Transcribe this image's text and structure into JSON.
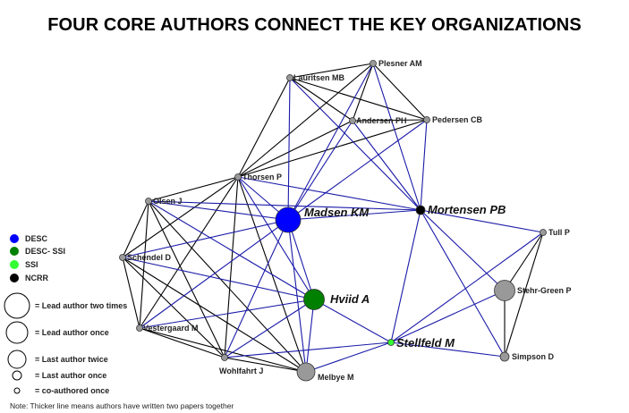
{
  "title": "FOUR CORE AUTHORS CONNECT THE KEY ORGANIZATIONS",
  "colors": {
    "DESC": "#0000ff",
    "DESC-SSI": "#008000",
    "SSI": "#33ff33",
    "NCRR": "#000000",
    "other": "#999999",
    "edge_black": "#000000",
    "edge_blue": "#1a1aa8"
  },
  "legend": {
    "orgs": [
      {
        "key": "DESC",
        "label": "DESC"
      },
      {
        "key": "DESC-SSI",
        "label": "DESC- SSI"
      },
      {
        "key": "SSI",
        "label": "SSI"
      },
      {
        "key": "NCRR",
        "label": "NCRR"
      }
    ],
    "sizes": [
      {
        "role": "lead2",
        "label": "= Lead author two times"
      },
      {
        "role": "lead1",
        "label": "= Lead author once"
      },
      {
        "role": "last2",
        "label": "= Last author twice"
      },
      {
        "role": "last1",
        "label": "= Last author once"
      },
      {
        "role": "co1",
        "label": "= co-authored once"
      }
    ],
    "note": "Note:  Thicker line means authors have written two papers together"
  },
  "nodes": [
    {
      "id": "Pl",
      "label": "Plesner AM",
      "org": "other",
      "role": "co1"
    },
    {
      "id": "La",
      "label": "Lauritsen MB",
      "org": "other",
      "role": "co1"
    },
    {
      "id": "An",
      "label": "Andersen PH",
      "org": "other",
      "role": "co1"
    },
    {
      "id": "Pe",
      "label": "Pedersen CB",
      "org": "other",
      "role": "co1"
    },
    {
      "id": "Th",
      "label": "Thorsen P",
      "org": "other",
      "role": "co1"
    },
    {
      "id": "Ol",
      "label": "Olsen J",
      "org": "other",
      "role": "co1"
    },
    {
      "id": "Ma",
      "label": "Madsen KM",
      "org": "DESC",
      "role": "lead2",
      "core": true
    },
    {
      "id": "Mo",
      "label": "Mortensen PB",
      "org": "NCRR",
      "role": "last1",
      "core": true
    },
    {
      "id": "Tu",
      "label": "Tull P",
      "org": "other",
      "role": "co1"
    },
    {
      "id": "Sc",
      "label": "Schendel D",
      "org": "other",
      "role": "co1"
    },
    {
      "id": "St",
      "label": "Stehr-Green P",
      "org": "other",
      "role": "lead1"
    },
    {
      "id": "Hv",
      "label": "Hviid A",
      "org": "DESC-SSI",
      "role": "lead1",
      "core": true
    },
    {
      "id": "Ve",
      "label": "Vestergaard M",
      "org": "other",
      "role": "co1"
    },
    {
      "id": "Sf",
      "label": "Stellfeld M",
      "org": "SSI",
      "role": "co1",
      "core": true
    },
    {
      "id": "Si",
      "label": "Simpson D",
      "org": "other",
      "role": "last1"
    },
    {
      "id": "Wo",
      "label": "Wohlfahrt J",
      "org": "other",
      "role": "co1"
    },
    {
      "id": "Me",
      "label": "Melbye M",
      "org": "other",
      "role": "last2"
    }
  ],
  "edges": [
    [
      "Pl",
      "La",
      "black"
    ],
    [
      "Pl",
      "An",
      "black"
    ],
    [
      "Pl",
      "Pe",
      "black"
    ],
    [
      "Pl",
      "Th",
      "black"
    ],
    [
      "La",
      "Pe",
      "black"
    ],
    [
      "La",
      "An",
      "black"
    ],
    [
      "La",
      "Th",
      "black"
    ],
    [
      "An",
      "Pe",
      "black"
    ],
    [
      "An",
      "Th",
      "black"
    ],
    [
      "Pe",
      "Th",
      "black"
    ],
    [
      "Th",
      "Ol",
      "black"
    ],
    [
      "Th",
      "Sc",
      "black"
    ],
    [
      "Th",
      "Ve",
      "black"
    ],
    [
      "Th",
      "Wo",
      "black"
    ],
    [
      "Th",
      "Me",
      "black"
    ],
    [
      "Ol",
      "Sc",
      "black"
    ],
    [
      "Ol",
      "Ve",
      "black"
    ],
    [
      "Ol",
      "Wo",
      "black"
    ],
    [
      "Ol",
      "Me",
      "black"
    ],
    [
      "Sc",
      "Ve",
      "black"
    ],
    [
      "Sc",
      "Wo",
      "black"
    ],
    [
      "Sc",
      "Me",
      "black"
    ],
    [
      "Ve",
      "Wo",
      "black"
    ],
    [
      "Ve",
      "Me",
      "black"
    ],
    [
      "Wo",
      "Me",
      "black"
    ],
    [
      "Tu",
      "St",
      "black"
    ],
    [
      "Tu",
      "Si",
      "black"
    ],
    [
      "St",
      "Si",
      "black"
    ],
    [
      "Ma",
      "Pl",
      "blue"
    ],
    [
      "Ma",
      "La",
      "blue"
    ],
    [
      "Ma",
      "An",
      "blue"
    ],
    [
      "Ma",
      "Pe",
      "blue"
    ],
    [
      "Ma",
      "Th",
      "blue"
    ],
    [
      "Ma",
      "Ol",
      "blue"
    ],
    [
      "Ma",
      "Sc",
      "blue"
    ],
    [
      "Ma",
      "Ve",
      "blue"
    ],
    [
      "Ma",
      "Wo",
      "blue"
    ],
    [
      "Ma",
      "Me",
      "blue"
    ],
    [
      "Ma",
      "Hv",
      "blue"
    ],
    [
      "Ma",
      "Mo",
      "blue"
    ],
    [
      "Mo",
      "Pl",
      "blue"
    ],
    [
      "Mo",
      "La",
      "blue"
    ],
    [
      "Mo",
      "An",
      "blue"
    ],
    [
      "Mo",
      "Pe",
      "blue"
    ],
    [
      "Mo",
      "Th",
      "blue"
    ],
    [
      "Mo",
      "Tu",
      "blue"
    ],
    [
      "Mo",
      "St",
      "blue"
    ],
    [
      "Mo",
      "Si",
      "blue"
    ],
    [
      "Mo",
      "Sf",
      "blue"
    ],
    [
      "Mo",
      "Ol",
      "blue"
    ],
    [
      "Hv",
      "Th",
      "blue"
    ],
    [
      "Hv",
      "Ol",
      "blue"
    ],
    [
      "Hv",
      "Sc",
      "blue"
    ],
    [
      "Hv",
      "Ve",
      "blue"
    ],
    [
      "Hv",
      "Wo",
      "blue"
    ],
    [
      "Hv",
      "Me",
      "blue"
    ],
    [
      "Hv",
      "Sf",
      "blue"
    ],
    [
      "Sf",
      "Tu",
      "blue"
    ],
    [
      "Sf",
      "St",
      "blue"
    ],
    [
      "Sf",
      "Si",
      "blue"
    ],
    [
      "Sf",
      "Me",
      "blue"
    ],
    [
      "Sf",
      "Wo",
      "blue"
    ]
  ]
}
